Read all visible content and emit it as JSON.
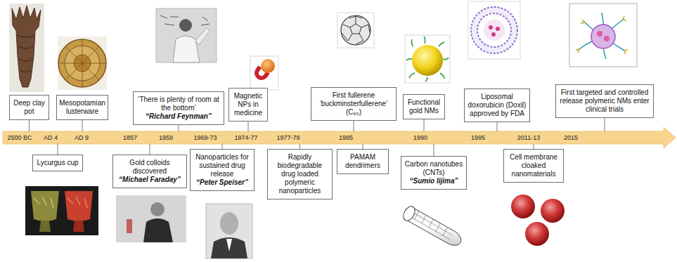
{
  "diagram": {
    "nodes": [
      {
        "text": [
          "Deep clay pot"
        ]
      },
      {
        "text": [
          "Lycurgus cup"
        ]
      },
      {
        "text": [
          "Mesopotamian lusterware"
        ]
      },
      {
        "text": [
          "Gold colloids discovered",
          "“Michael Faraday”"
        ]
      },
      {
        "text": [
          "‘There is plenty of room at the bottom’",
          "“Richard Feynman”"
        ]
      },
      {
        "text": [
          "Nanoparticles for sustained drug release",
          "“Peter Speiser”"
        ]
      },
      {
        "text": [
          "Magnetic NPs in medicine"
        ]
      },
      {
        "text": [
          "Rapidly biodegradable drug loaded polymeric nanoparticles"
        ]
      },
      {
        "text": [
          "First fullerene ‘buckminsterfullerene’ (C₆₀)"
        ]
      },
      {
        "text": [
          "PAMAM dendrimers"
        ]
      },
      {
        "text": [
          "Functional gold NMs"
        ]
      },
      {
        "text": [
          "Carbon nanotubes (CNTs)",
          "“Sumio Iijima”"
        ]
      },
      {
        "text": [
          "Liposomal doxorubicin (Doxil) approved by FDA"
        ]
      },
      {
        "text": [
          "Cell membrane cloaked nanomaterials"
        ]
      },
      {
        "text": [
          "First targeted and controlled release polymeric NMs enter clinical trials"
        ]
      }
    ],
    "labels": [
      "2500 BC",
      "AD 4",
      "AD 9",
      "1857",
      "1959",
      "1969-73",
      "1974-77",
      "1977-79",
      "1985",
      "1990",
      "1995",
      "2011-13",
      "2015"
    ]
  }
}
